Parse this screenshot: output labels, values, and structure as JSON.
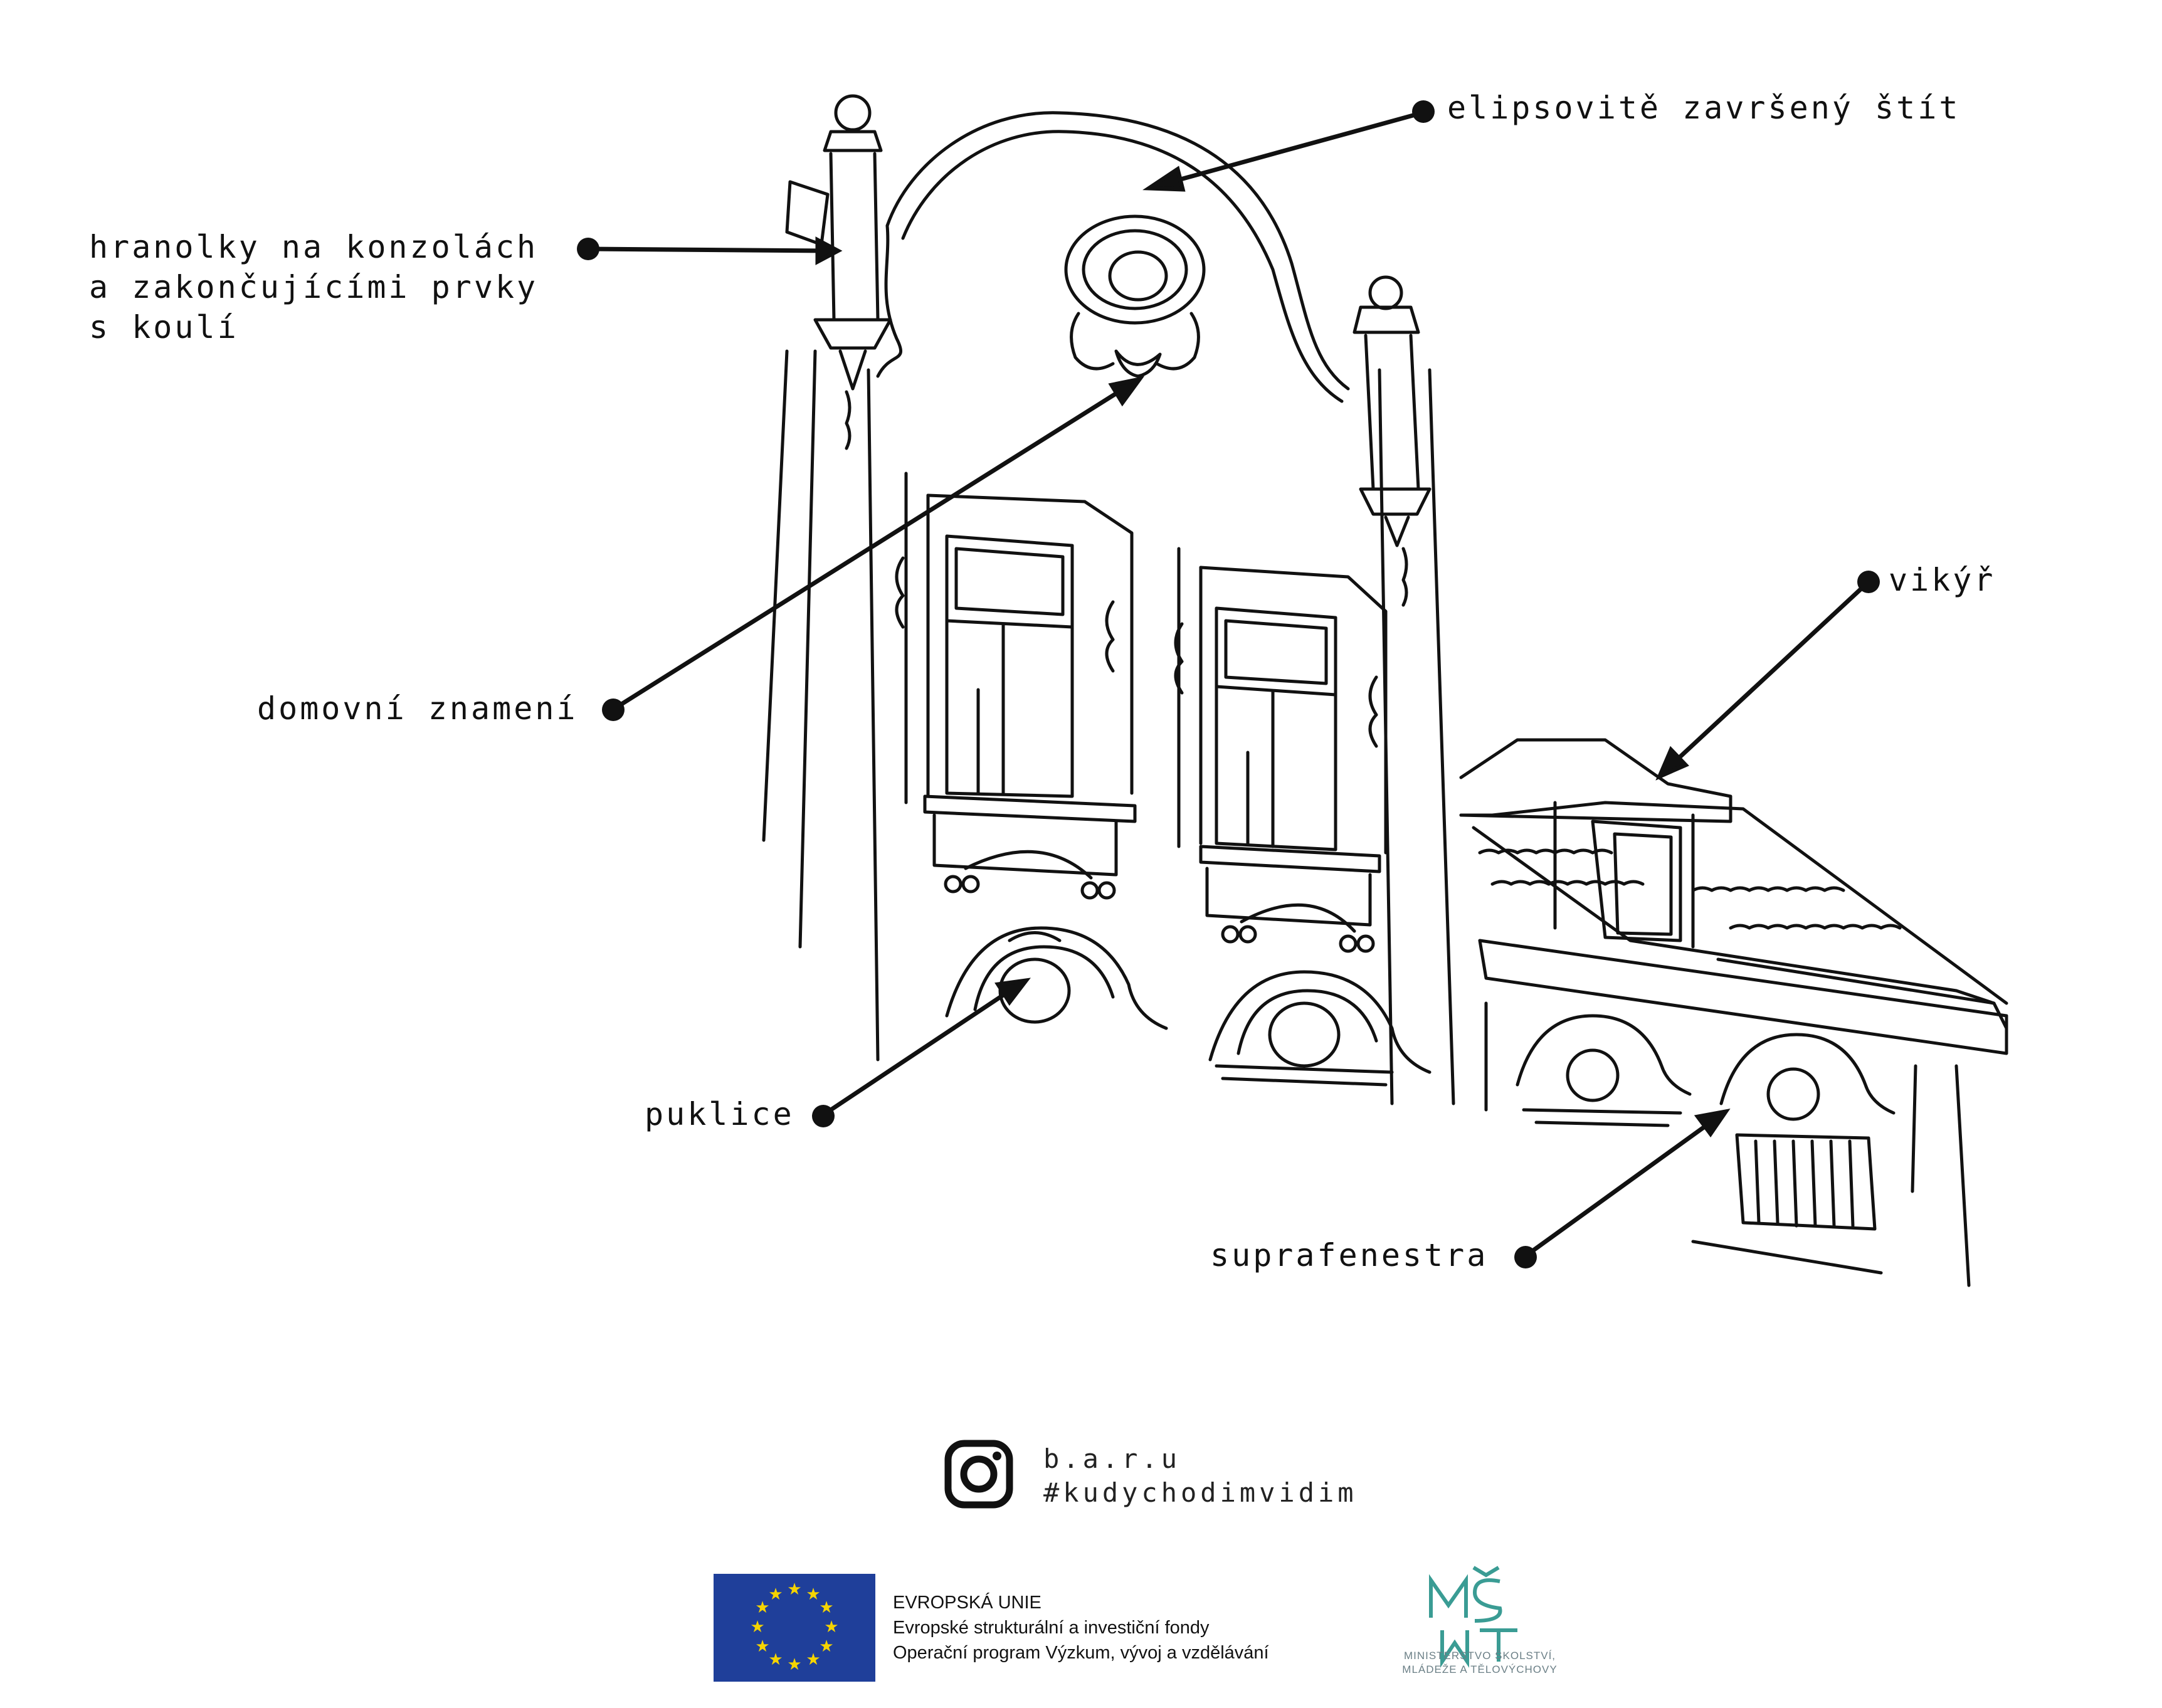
{
  "annotations": {
    "gable": "elipsovitě završený štít",
    "pinnacles": [
      "hranolky na konzolách",
      "a zakončujícími prvky",
      "s koulí"
    ],
    "house_sign": "domovní znamení",
    "dormer": "vikýř",
    "roundels": "puklice",
    "suprafenestra": "suprafenestra"
  },
  "social": {
    "icon": "instagram-icon",
    "handle": "b.a.r.u",
    "hashtag": "#kudychodimvidim"
  },
  "footer": {
    "eu_lines": [
      "EVROPSKÁ UNIE",
      "Evropské strukturální a investiční fondy",
      "Operační program Výzkum, vývoj a vzdělávání"
    ],
    "eu_flag_colors": {
      "background": "#1f3f9a",
      "stars": "#f5d400"
    },
    "msmt_logo_text": "MŠMT",
    "msmt_caption": [
      "MINISTERSTVO ŠKOLSTVÍ,",
      "MLÁDEŽE A TĚLOVÝCHOVY"
    ],
    "msmt_color": "#3a9c94"
  }
}
